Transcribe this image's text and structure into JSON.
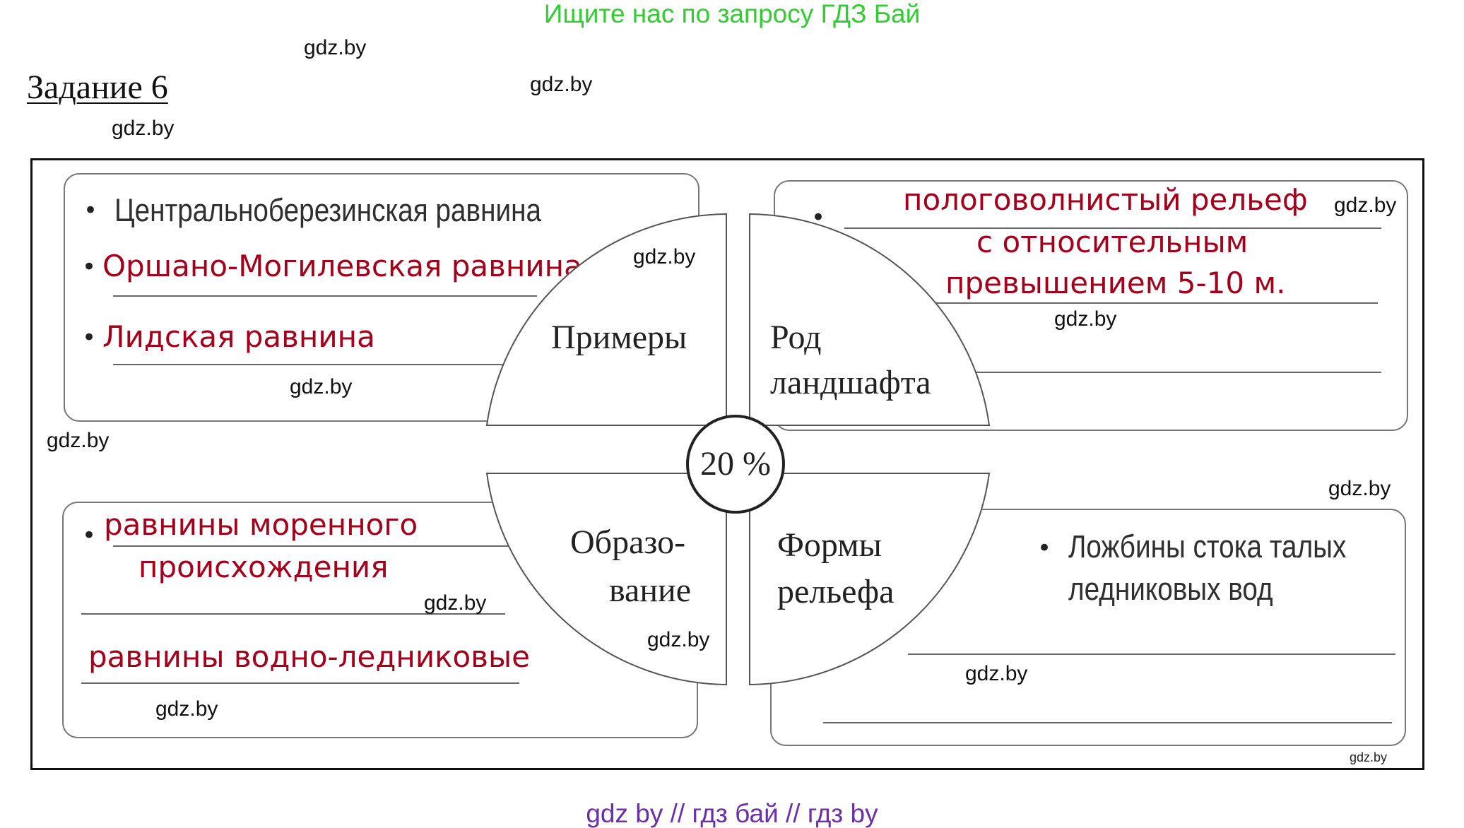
{
  "banner": "Ищите нас по запросу ГДЗ Бай",
  "watermark": "gdz.by",
  "task_title": "Задание 6",
  "center": "20 %",
  "segments": {
    "examples": "Примеры",
    "landscape_line1": "Род",
    "landscape_line2": "ландшафта",
    "formation_line1": "Образо-",
    "formation_line2": "вание",
    "relief_line1": "Формы",
    "relief_line2": "рельефа"
  },
  "examples_box": {
    "item1": "Центральноберезинская равнина",
    "item2": "Оршано-Могилевская равнина",
    "item3": "Лидская равнина"
  },
  "landscape_box": {
    "line1": "пологоволнистый рельеф",
    "line2": "с относительным",
    "line3": "превышением 5-10 м."
  },
  "formation_box": {
    "line1": "равнины моренного",
    "line2": "происхождения",
    "line3": "равнины водно-ледниковые"
  },
  "relief_box": {
    "line1": "Ложбины стока талых",
    "line2": "ледниковых вод"
  },
  "footer": "gdz by  //  гдз бай  //  гдз by"
}
